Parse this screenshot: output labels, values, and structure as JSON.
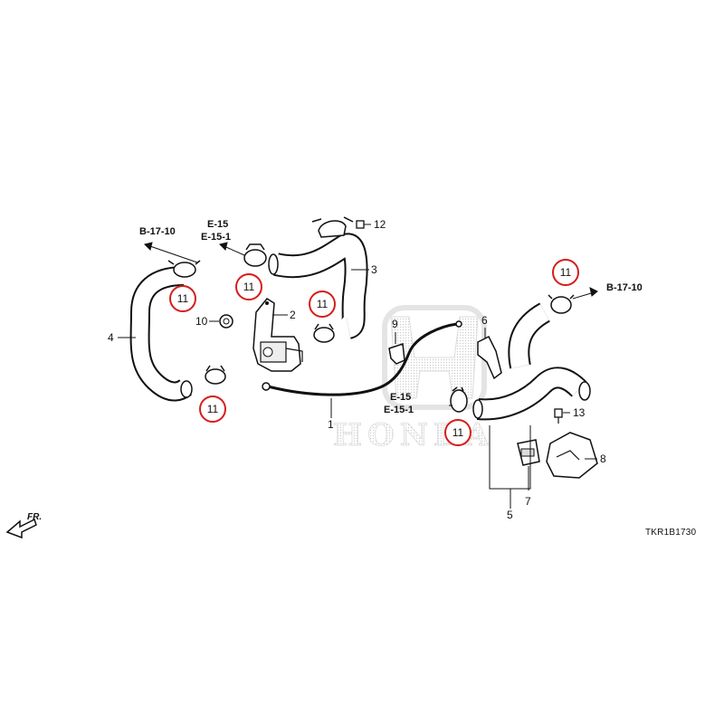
{
  "diagram_code": "TKR1B1730",
  "watermark": "HONDA",
  "front_arrow_label": "FR.",
  "references": {
    "b_17_10_left": "B-17-10",
    "e15_upper": "E-15",
    "e151_upper": "E-15-1",
    "b_17_10_right": "B-17-10",
    "e15_lower": "E-15",
    "e151_lower": "E-15-1"
  },
  "part_labels": {
    "p1": "1",
    "p2": "2",
    "p3": "3",
    "p4": "4",
    "p5": "5",
    "p6": "6",
    "p7": "7",
    "p8": "8",
    "p9": "9",
    "p10": "10",
    "p12": "12",
    "p13": "13"
  },
  "callouts": {
    "c1": "11",
    "c2": "11",
    "c3": "11",
    "c4": "11",
    "c5": "11",
    "c6": "11"
  },
  "colors": {
    "line": "#111111",
    "callout_ring": "#d61c1c",
    "watermark": "#dcdcdc"
  }
}
